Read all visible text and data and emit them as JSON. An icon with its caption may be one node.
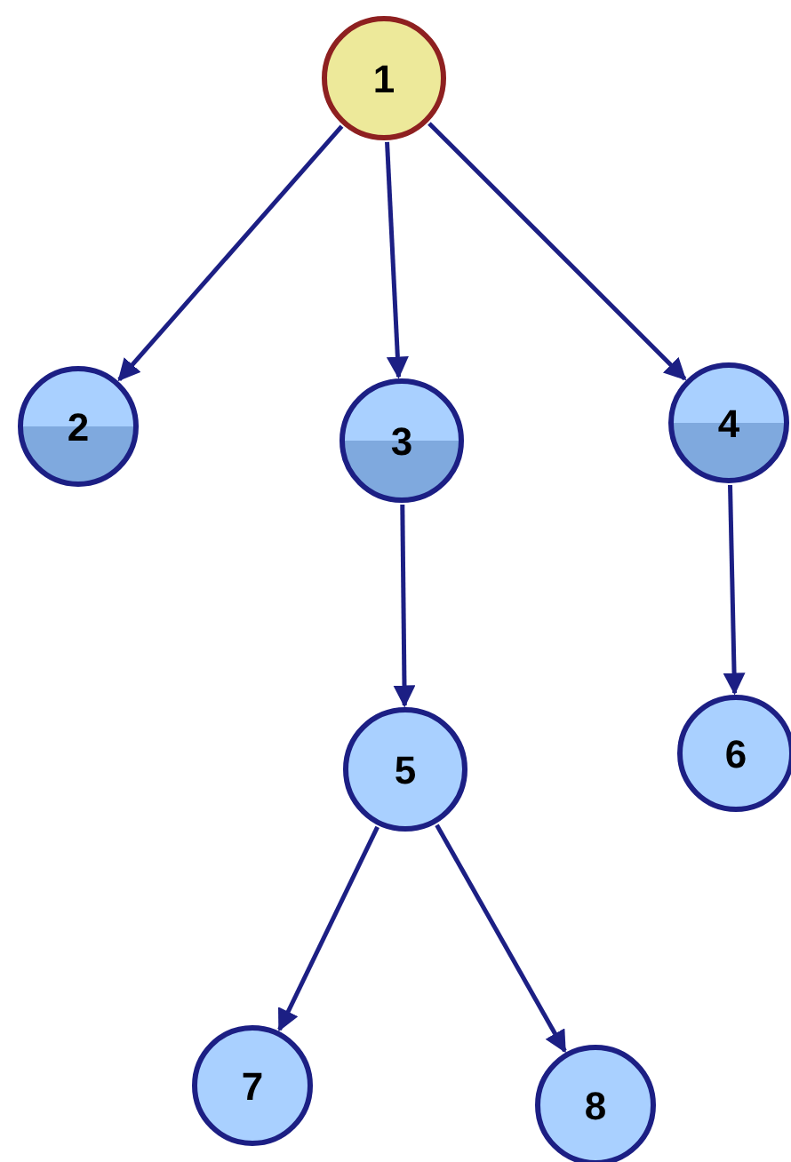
{
  "diagram": {
    "nodes": [
      {
        "text": [
          "1"
        ]
      },
      {
        "text": [
          "2"
        ]
      },
      {
        "text": [
          "3"
        ]
      },
      {
        "text": [
          "4"
        ]
      },
      {
        "text": [
          "5"
        ]
      },
      {
        "text": [
          "6"
        ]
      },
      {
        "text": [
          "7"
        ]
      },
      {
        "text": [
          "8"
        ]
      }
    ],
    "edges": [
      {
        "from": 0,
        "to": 1,
        "arrow": "to"
      },
      {
        "from": 0,
        "to": 2,
        "arrow": "to"
      },
      {
        "from": 0,
        "to": 3,
        "arrow": "to"
      },
      {
        "from": 2,
        "to": 4,
        "arrow": "to"
      },
      {
        "from": 3,
        "to": 5,
        "arrow": "to"
      },
      {
        "from": 4,
        "to": 6,
        "arrow": "to"
      },
      {
        "from": 4,
        "to": 7,
        "arrow": "to"
      }
    ]
  }
}
